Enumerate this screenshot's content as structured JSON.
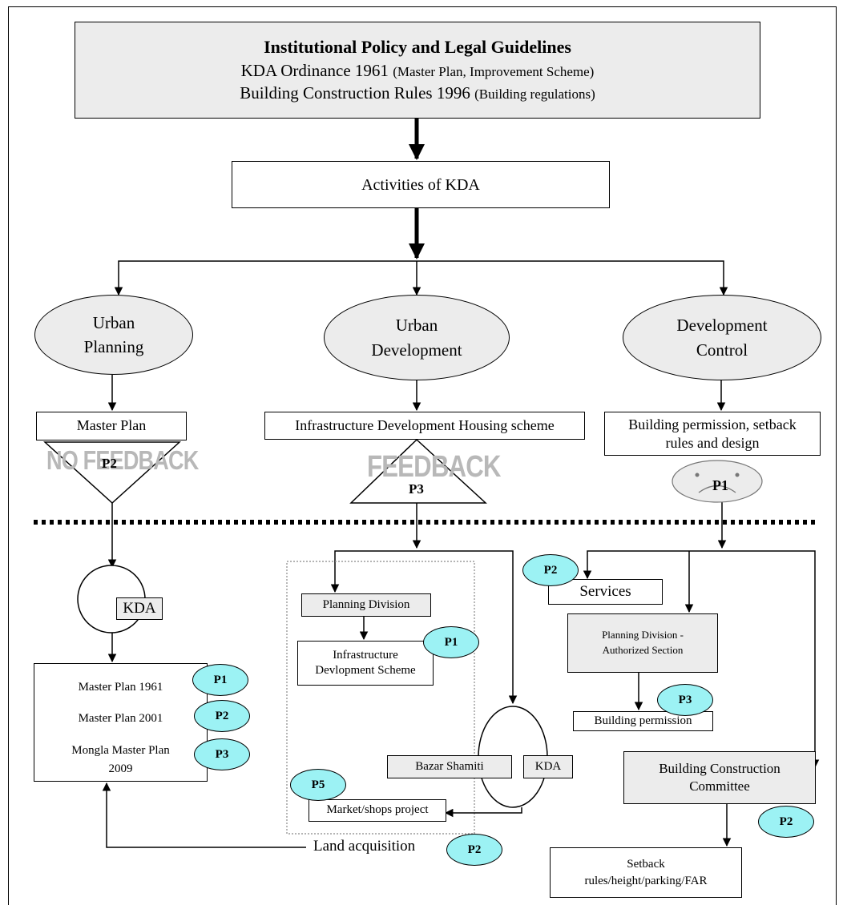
{
  "header": {
    "title": "Institutional Policy and Legal Guidelines",
    "line1_main": "KDA Ordinance 1961",
    "line1_note": "(Master Plan, Improvement Scheme)",
    "line2_main": "Building Construction Rules 1996",
    "line2_note": "(Building regulations)"
  },
  "activities": "Activities of KDA",
  "branches": {
    "urban_planning": {
      "line1": "Urban",
      "line2": "Planning"
    },
    "urban_development": {
      "line1": "Urban",
      "line2": "Development"
    },
    "development_control": {
      "line1": "Development",
      "line2": "Control"
    }
  },
  "outputs": {
    "master_plan": "Master Plan",
    "infrastructure": "Infrastructure Development Housing scheme",
    "building_permission_line1": "Building permission, setback",
    "building_permission_line2": "rules and design"
  },
  "feedback": {
    "no_feedback": "NO FEEDBACK",
    "feedback": "FEEDBACK",
    "p2": "P2",
    "p3": "P3",
    "p1": "P1"
  },
  "planning": {
    "kda": "KDA",
    "plans": [
      "Master Plan 1961",
      "Master Plan 2001",
      "Mongla Master Plan",
      "2009"
    ],
    "badges": [
      "P1",
      "P2",
      "P3"
    ],
    "land_acquisition": "Land acquisition",
    "land_badge": "P2"
  },
  "development": {
    "planning_division": "Planning Division",
    "scheme_line1": "Infrastructure",
    "scheme_line2": "Devlopment Scheme",
    "scheme_badge": "P1",
    "bazar": "Bazar Shamiti",
    "kda": "KDA",
    "market": "Market/shops project",
    "market_badge": "P5"
  },
  "control": {
    "services": "Services",
    "services_badge": "P2",
    "planning_division_line1": "Planning Division -",
    "planning_division_line2": "Authorized Section",
    "building_permission": "Building permission",
    "permission_badge": "P3",
    "committee_line1": "Building Construction",
    "committee_line2": "Committee",
    "setback_line1": "Setback",
    "setback_line2": "rules/height/parking/FAR",
    "setback_badge": "P2"
  },
  "colors": {
    "badge_fill": "#9cf2f4",
    "gray_fill": "#ececec",
    "watermark": "#b8b8b8"
  }
}
